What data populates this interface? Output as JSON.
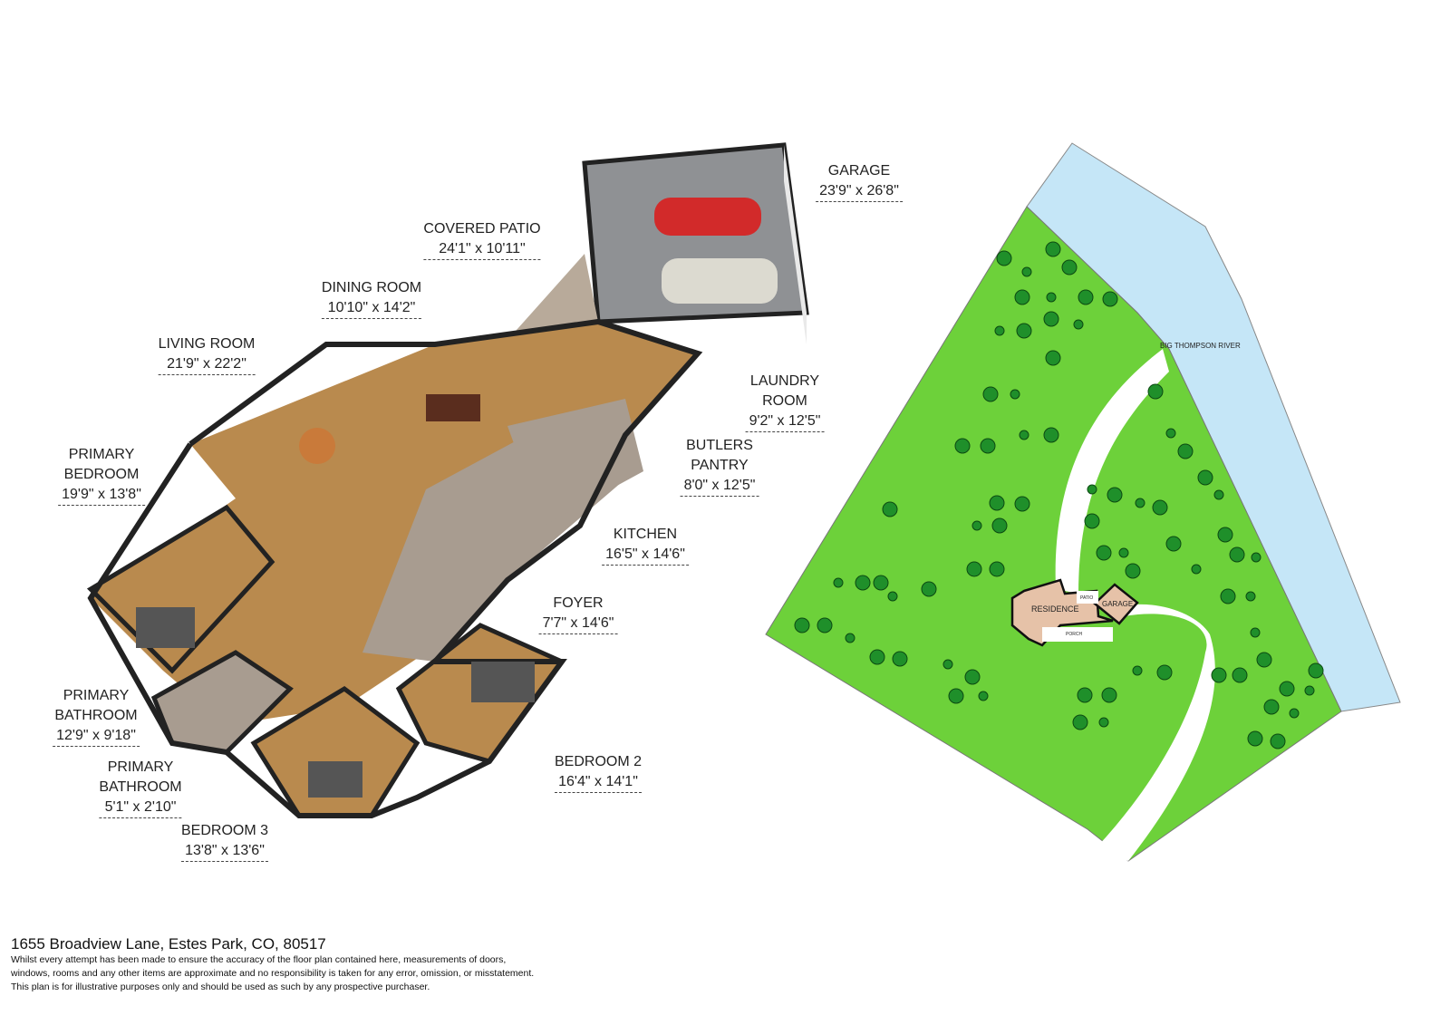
{
  "floorplan": {
    "rooms": [
      {
        "name": "GARAGE",
        "size": "23'9\" x 26'8\""
      },
      {
        "name": "COVERED PATIO",
        "size": "24'1\" x 10'11\""
      },
      {
        "name": "DINING ROOM",
        "size": "10'10\" x 14'2\""
      },
      {
        "name": "LIVING ROOM",
        "size": "21'9\" x 22'2\""
      },
      {
        "name": "PRIMARY\nBEDROOM",
        "size": "19'9\" x 13'8\""
      },
      {
        "name": "LAUNDRY\nROOM",
        "size": "9'2\" x 12'5\""
      },
      {
        "name": "BUTLERS\nPANTRY",
        "size": "8'0\" x 12'5\""
      },
      {
        "name": "KITCHEN",
        "size": "16'5\" x 14'6\""
      },
      {
        "name": "FOYER",
        "size": "7'7\" x 14'6\""
      },
      {
        "name": "PRIMARY\nBATHROOM",
        "size": "12'9\" x 9'18\""
      },
      {
        "name": "PRIMARY\nBATHROOM",
        "size": "5'1\" x 2'10\""
      },
      {
        "name": "BEDROOM 2",
        "size": "16'4\" x 14'1\""
      },
      {
        "name": "BEDROOM 3",
        "size": "13'8\" x 13'6\""
      }
    ]
  },
  "site_plan": {
    "river": "BIG THOMPSON RIVER",
    "residence": "RESIDENCE",
    "garage": "GARAGE",
    "patio": "PATIO",
    "porch": "PORCH",
    "colors": {
      "land": "#6dd13a",
      "river": "#c5e6f7",
      "building": "#e6c2a8",
      "tree": "#1f8f2a"
    }
  },
  "footer": {
    "address": "1655 Broadview Lane, Estes Park, CO, 80517",
    "disclaimer": [
      "Whilst every attempt has been made to ensure the accuracy of the floor plan contained here, measurements of doors,",
      "windows, rooms and any other items are approximate and no responsibility is taken for any error, omission, or misstatement.",
      "This plan is for illustrative purposes only and should be used as such by any prospective purchaser."
    ]
  }
}
